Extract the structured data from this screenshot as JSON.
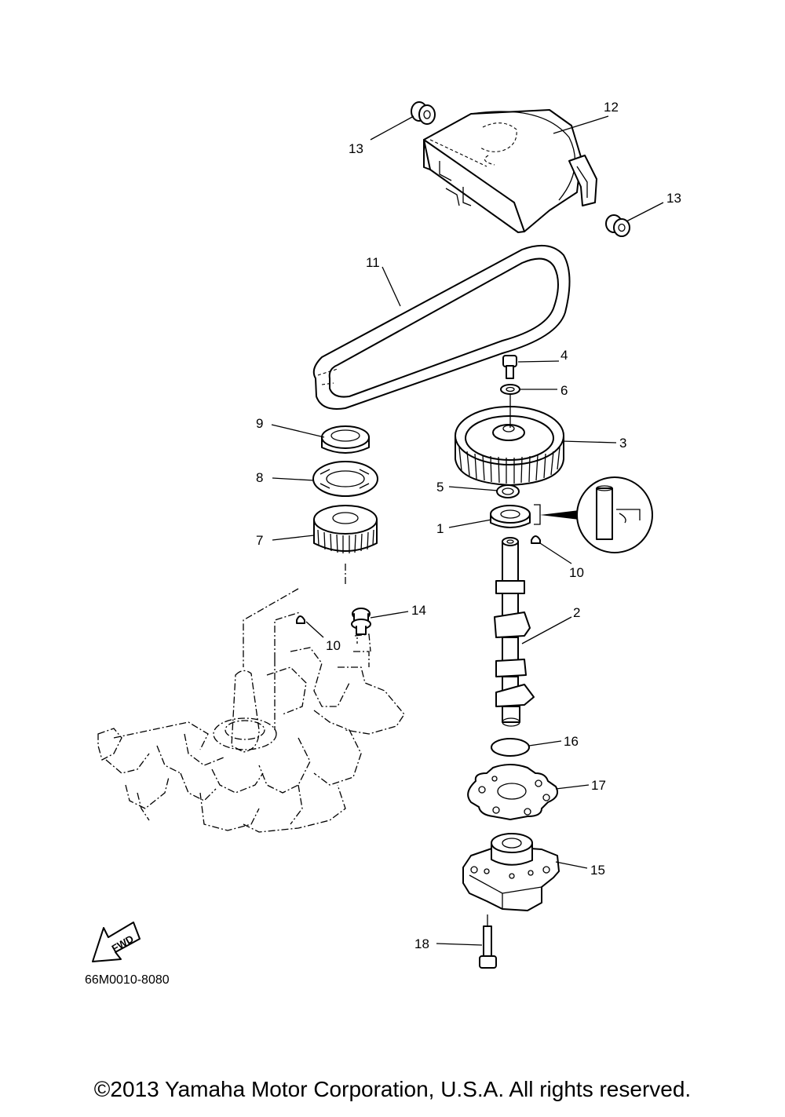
{
  "diagram_code": "66M0010-8080",
  "copyright": "©2013 Yamaha Motor Corporation, U.S.A. All rights reserved.",
  "fwd_label": "FWD",
  "callouts": {
    "p1": "1",
    "p2": "2",
    "p3": "3",
    "p4": "4",
    "p5": "5",
    "p6": "6",
    "p7": "7",
    "p8": "8",
    "p9": "9",
    "p10a": "10",
    "p10b": "10",
    "p11": "11",
    "p12": "12",
    "p13a": "13",
    "p13b": "13",
    "p14": "14",
    "p15": "15",
    "p16": "16",
    "p17": "17",
    "p18": "18"
  }
}
